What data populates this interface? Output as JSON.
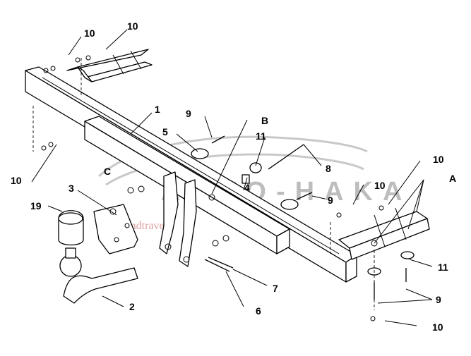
{
  "diagram": {
    "watermark": {
      "brand": "AUTO-HAKA",
      "subtitle": "autoandtravel"
    },
    "callouts": {
      "p1": "1",
      "p2": "2",
      "p3": "3",
      "p4": "4",
      "p5": "5",
      "p6": "6",
      "p7": "7",
      "p8": "8",
      "p9a": "9",
      "p9b": "9",
      "p9c": "9",
      "p10a": "10",
      "p10b": "10",
      "p10c": "10",
      "p10d": "10",
      "p10e": "10",
      "p10f": "10",
      "p11a": "11",
      "p11b": "11",
      "p19": "19",
      "A": "A",
      "B": "B",
      "C": "C"
    }
  }
}
